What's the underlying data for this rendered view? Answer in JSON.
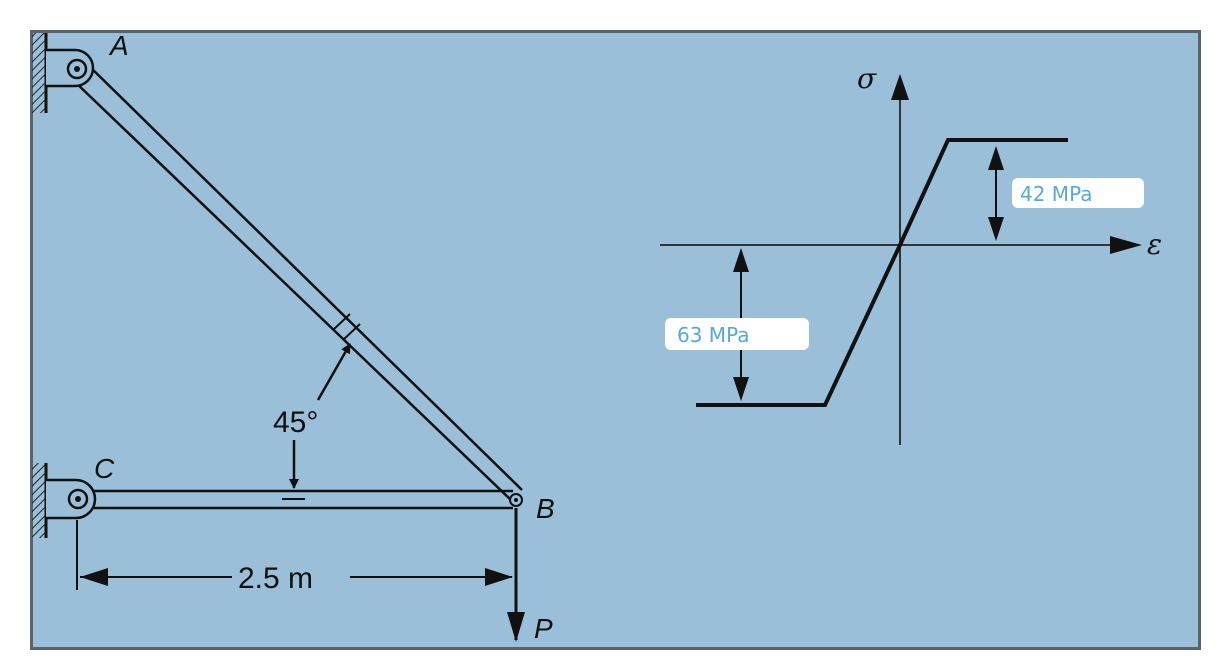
{
  "truss": {
    "label_a": "A",
    "label_b": "B",
    "label_c": "C",
    "label_p": "P",
    "angle": "45°",
    "length": "2.5 m"
  },
  "stress_strain": {
    "sigma": "σ",
    "epsilon": "ε",
    "tension_yield": "42 MPa",
    "compression_yield": "63 MPa"
  }
}
